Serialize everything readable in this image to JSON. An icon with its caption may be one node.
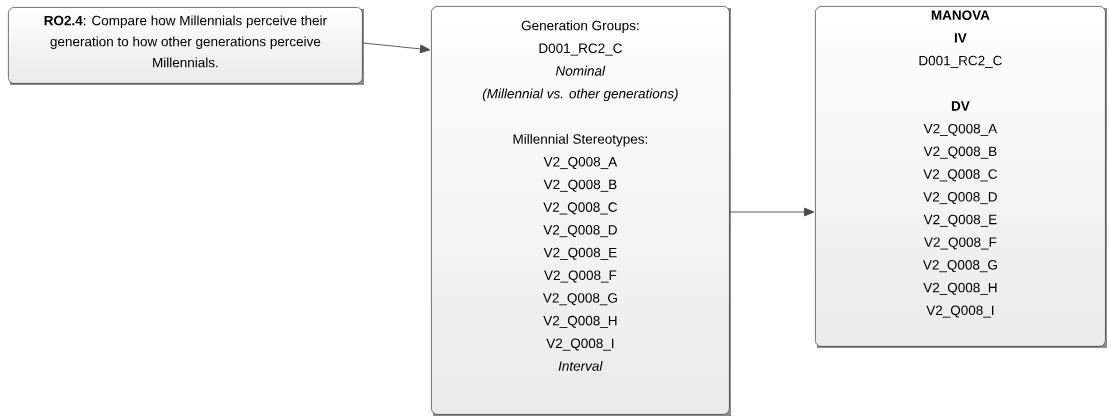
{
  "diagram": {
    "nodes": [
      {
        "text": [
          "**RO2.4**: Compare how Millennials perceive their generation to how other generations perceive Millennials."
        ]
      },
      {
        "text": [
          "Generation Groups:",
          "D001_RC2_C",
          "*Nominal*",
          "*(Millennial vs. other generations)*",
          "Millennial Stereotypes:",
          "V2_Q008_A",
          "V2_Q008_B",
          "V2_Q008_C",
          "V2_Q008_D",
          "V2_Q008_E",
          "V2_Q008_F",
          "V2_Q008_G",
          "V2_Q008_H",
          "V2_Q008_I",
          "*Interval*"
        ]
      },
      {
        "text": [
          "**MANOVA**",
          "**IV**",
          "D001_RC2_C",
          "**DV**",
          "V2_Q008_A",
          "V2_Q008_B",
          "V2_Q008_C",
          "V2_Q008_D",
          "V2_Q008_E",
          "V2_Q008_F",
          "V2_Q008_G",
          "V2_Q008_H",
          "V2_Q008_I"
        ]
      }
    ],
    "edges": [
      {
        "from": 0,
        "to": 1,
        "arrow": "to"
      },
      {
        "from": 1,
        "to": 2,
        "arrow": "to"
      }
    ]
  }
}
